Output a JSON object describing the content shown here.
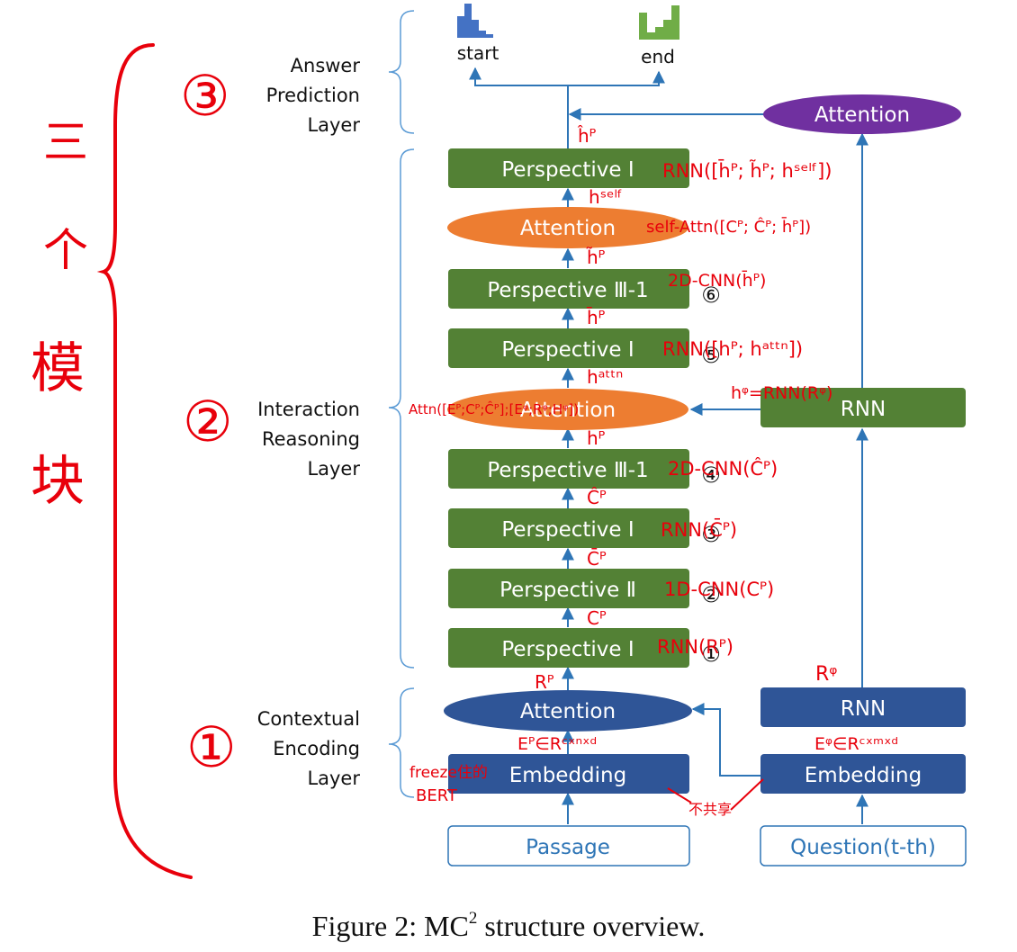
{
  "colors": {
    "green": "#538135",
    "blue": "#2f5597",
    "orange": "#ed7d31",
    "purple": "#7030a0",
    "arrow": "#2e75b6",
    "bracket": "#5b9bd5",
    "annotation": "#e8000b",
    "input_text": "#2e75b6"
  },
  "layers": {
    "answer": [
      "Answer",
      "Prediction",
      "Layer"
    ],
    "interaction": [
      "Interaction",
      "Reasoning",
      "Layer"
    ],
    "encoding": [
      "Contextual",
      "Encoding",
      "Layer"
    ]
  },
  "blocks": {
    "perspective_I": "Perspective Ⅰ",
    "perspective_II": "Perspective Ⅱ",
    "perspective_III_1": "Perspective Ⅲ-1",
    "attention": "Attention",
    "rnn": "RNN",
    "embedding": "Embedding",
    "passage": "Passage",
    "question": "Question(t-th)",
    "start": "start",
    "end": "end"
  },
  "circled_numbers": [
    "⑥",
    "⑤",
    "④",
    "③",
    "②",
    "①"
  ],
  "annotations": {
    "big_numbers": [
      "③",
      "②",
      "①"
    ],
    "vertical_cn": [
      "三",
      "个",
      "模",
      "块"
    ],
    "p1_top": "RNN([h̄ᴾ; h̃ᴾ; hˢᵉˡᶠ])",
    "att_top": "self-Attn([Cᴾ; Ĉᴾ; h̄ᴾ])",
    "p3_top": "2D-CNN(h̄ᴾ)",
    "p1_5": "RNN([hᴾ; hᵃᵗᵗⁿ])",
    "att_mid": "Attn([Eᴾ;Cᴾ;Ĉᴾ];[Eᵠ;Rᵠ;Hᵠ])",
    "hq_rnn": "hᵠ=RNN(Rᵠ)",
    "p3_mid": "2D-CNN(Ĉᴾ)",
    "p1_3": "RNN(C̄ᴾ)",
    "p2_2": "1D-CNN(Cᴾ)",
    "p1_1": "RNN(Rᴾ)",
    "ep": "Eᴾ∈Rᶜˣⁿˣᵈ",
    "eq": "Eᵠ∈Rᶜˣᵐˣᵈ",
    "rq": "Rᵠ",
    "rp": "Rᴾ",
    "freeze": "freeze住的",
    "bert": "BERT",
    "shared": "不共享"
  },
  "arrow_labels": {
    "hp_hat": "ĥᴾ",
    "h_self": "hˢᵉˡᶠ",
    "hp_tilde": "h̃ᴾ",
    "hp_bar": "h̄ᴾ",
    "h_attn": "hᵃᵗᵗⁿ",
    "hp": "hᴾ",
    "cp_hat": "Ĉᴾ",
    "cp_bar": "C̄ᴾ",
    "cp": "Cᴾ"
  },
  "caption": {
    "prefix": "Figure 2: MC",
    "sup": "2",
    "suffix": " structure overview."
  }
}
